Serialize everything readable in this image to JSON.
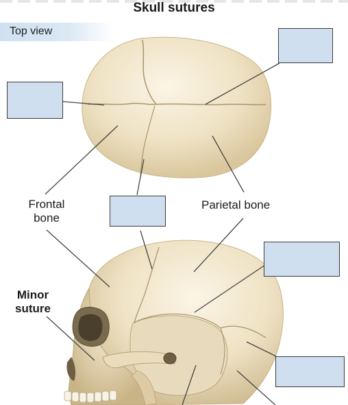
{
  "title": "Skull sutures",
  "view_label": "Top view",
  "labels": {
    "frontal_bone": [
      "Frontal",
      "bone"
    ],
    "parietal_bone": "Parietal bone",
    "minor_suture": [
      "Minor",
      "suture"
    ]
  },
  "colors": {
    "bone_light": "#f3ead6",
    "bone_mid": "#e6d8b8",
    "bone_shadow": "#cdbb94",
    "answer_box_fill": "#cfdff0",
    "leader_line": "#444444",
    "view_bar": "#d6e5f3"
  }
}
